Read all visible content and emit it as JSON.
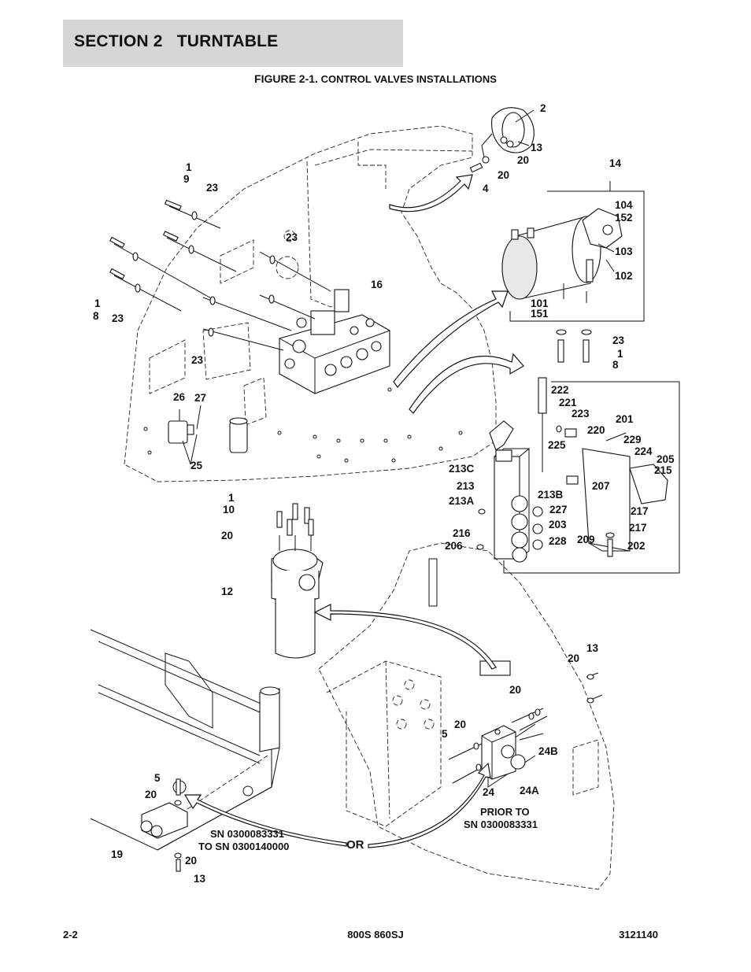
{
  "header": {
    "section_title": "SECTION 2   TURNTABLE"
  },
  "figure": {
    "number": "FIGURE 2-1.",
    "title": "CONTROL VALVES INSTALLATIONS"
  },
  "callouts": {
    "c1_9": [
      "1",
      "9"
    ],
    "c23_a": "23",
    "c23_b": "23",
    "c1_8_left": [
      "1",
      "8"
    ],
    "c23_c": "23",
    "c23_d": "23",
    "c16": "16",
    "c26": "26",
    "c27": "27",
    "c25": "25",
    "c2": "2",
    "c13_top": "13",
    "c20_top_a": "20",
    "c20_top_b": "20",
    "c4": "4",
    "c14": "14",
    "c104": "104",
    "c152": "152",
    "c103": "103",
    "c102": "102",
    "c101": "101",
    "c151": "151",
    "c23_e": "23",
    "c1_8_right": [
      "1",
      "8"
    ],
    "c222": "222",
    "c221": "221",
    "c223": "223",
    "c201": "201",
    "c220": "220",
    "c229": "229",
    "c225": "225",
    "c224": "224",
    "c205": "205",
    "c215": "215",
    "c213C": "213C",
    "c213": "213",
    "c207": "207",
    "c213A": "213A",
    "c213B": "213B",
    "c227": "227",
    "c217_a": "217",
    "c217_b": "217",
    "c203": "203",
    "c216": "216",
    "c206": "206",
    "c228": "228",
    "c209": "209",
    "c202": "202",
    "c1_10": [
      "1",
      "10"
    ],
    "c20_filter": "20",
    "c12": "12",
    "c13_right": "13",
    "c20_right": "20",
    "c20_mid_a": "20",
    "c20_mid_b": "20",
    "c5_right": "5",
    "c24B": "24B",
    "c24": "24",
    "c24A": "24A",
    "c5_left": "5",
    "c20_left_a": "20",
    "c19": "19",
    "c20_left_b": "20",
    "c13_left": "13",
    "or_label": "OR"
  },
  "notes": {
    "prior_to": [
      "PRIOR TO",
      "SN 0300083331"
    ],
    "sn_range": [
      "SN 0300083331",
      "TO SN 0300140000"
    ]
  },
  "footer": {
    "page": "2-2",
    "model": "800S 860SJ",
    "doc_number": "3121140"
  }
}
